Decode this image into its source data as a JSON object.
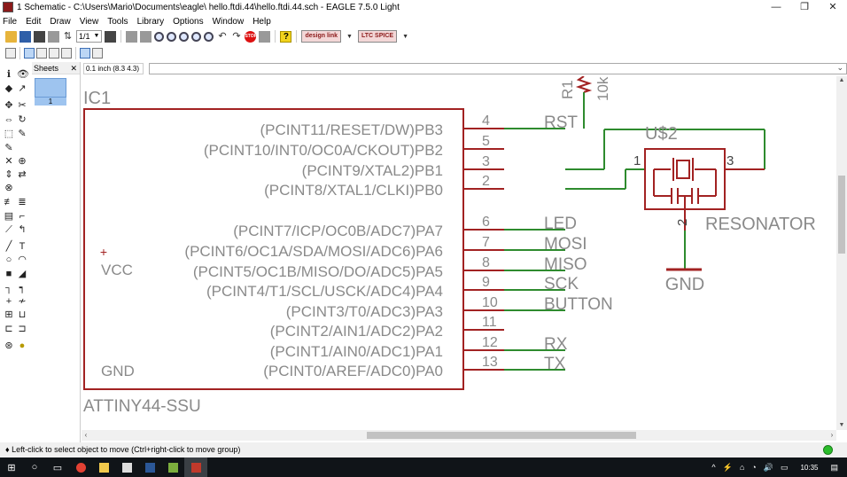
{
  "window": {
    "title": "1 Schematic - C:\\Users\\Mario\\Documents\\eagle\\   hello.ftdi.44\\hello.ftdi.44.sch - EAGLE 7.5.0 Light",
    "buttons": [
      "—",
      "❐",
      "✕"
    ]
  },
  "menu": [
    "File",
    "Edit",
    "Draw",
    "View",
    "Tools",
    "Library",
    "Options",
    "Window",
    "Help"
  ],
  "toolbar": {
    "sheet_select": "1/1",
    "design_link_label": "design link",
    "ltc_spice_label": "LTC SPICE",
    "stop_label": "STOP",
    "help_label": "?"
  },
  "sheets_panel": {
    "title": "Sheets",
    "close": "✕",
    "items": [
      {
        "label": "1"
      }
    ]
  },
  "command": {
    "coordinate": "0.1 inch (8.3 4.3)",
    "value": ""
  },
  "schematic": {
    "ic": {
      "name": "IC1",
      "value": "ATTINY44-SSU",
      "power_pins": [
        "VCC",
        "GND"
      ],
      "pins": [
        {
          "label": "(PCINT11/RESET/DW)PB3",
          "num": "4",
          "net": "RST"
        },
        {
          "label": "(PCINT10/INT0/OC0A/CKOUT)PB2",
          "num": "5",
          "net": ""
        },
        {
          "label": "(PCINT9/XTAL2)PB1",
          "num": "3",
          "net": ""
        },
        {
          "label": "(PCINT8/XTAL1/CLKI)PB0",
          "num": "2",
          "net": ""
        },
        {
          "label": "(PCINT7/ICP/OC0B/ADC7)PA7",
          "num": "6",
          "net": "LED"
        },
        {
          "label": "(PCINT6/OC1A/SDA/MOSI/ADC6)PA6",
          "num": "7",
          "net": "MOSI"
        },
        {
          "label": "(PCINT5/OC1B/MISO/DO/ADC5)PA5",
          "num": "8",
          "net": "MISO"
        },
        {
          "label": "(PCINT4/T1/SCL/USCK/ADC4)PA4",
          "num": "9",
          "net": "SCK"
        },
        {
          "label": "(PCINT3/T0/ADC3)PA3",
          "num": "10",
          "net": "BUTTON"
        },
        {
          "label": "(PCINT2/AIN1/ADC2)PA2",
          "num": "11",
          "net": ""
        },
        {
          "label": "(PCINT1/AIN0/ADC1)PA1",
          "num": "12",
          "net": "RX"
        },
        {
          "label": "(PCINT0/AREF/ADC0)PA0",
          "num": "13",
          "net": "TX"
        }
      ]
    },
    "resistor": {
      "name": "R1",
      "value": "10k"
    },
    "resonator": {
      "name": "U$2",
      "value": "RESONATOR",
      "pins": [
        "1",
        "2",
        "3"
      ]
    },
    "ground_label": "GND",
    "colors": {
      "symbol": "#a22222",
      "wire": "#2e8b2e",
      "text": "#8a8a8a"
    }
  },
  "status": {
    "message": "♦ Left-click to select object to move (Ctrl+right-click to move group)"
  },
  "taskbar": {
    "clock": "10:35",
    "tray": [
      "^",
      "⚡",
      "⌂",
      "◔",
      "🔊",
      "▭"
    ]
  }
}
